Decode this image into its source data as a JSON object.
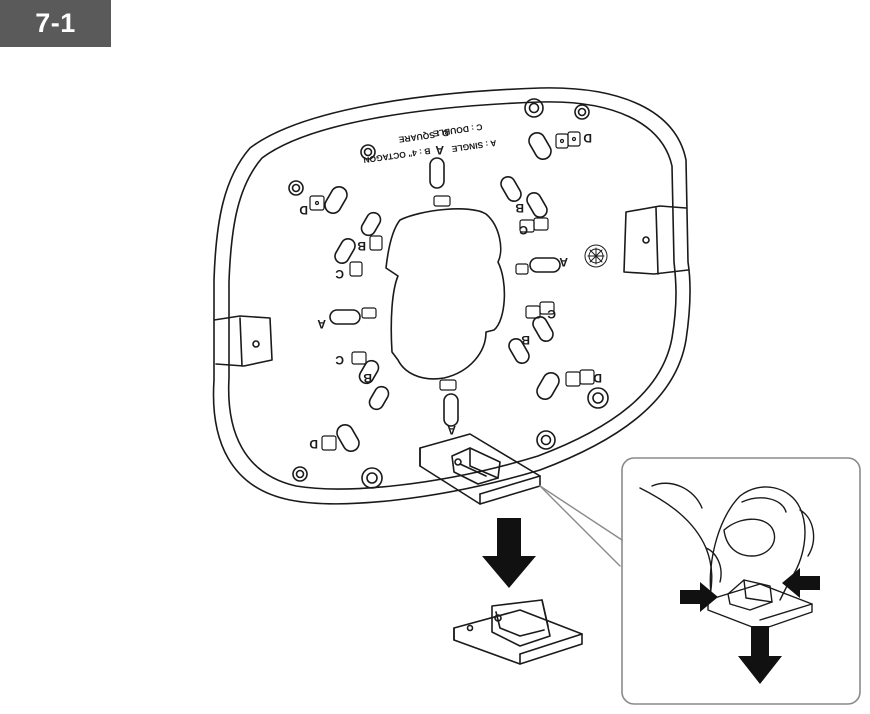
{
  "step": {
    "number": "7-1"
  },
  "plate": {
    "legend": {
      "single": "A : SINGLE",
      "double": "C : DOUBLE",
      "octagon": "B : 4\" OCTAGON",
      "square": "D : SQUARE"
    },
    "hole_labels": {
      "a": "A",
      "b": "B",
      "c": "C",
      "d": "D"
    }
  },
  "colors": {
    "line": "#1a1a1a",
    "badge": "#5a5a5a",
    "arrow": "#111111",
    "callout_border": "#9a9a9a"
  },
  "icons": [
    "down-arrow-icon",
    "left-arrow-icon",
    "right-arrow-icon"
  ]
}
